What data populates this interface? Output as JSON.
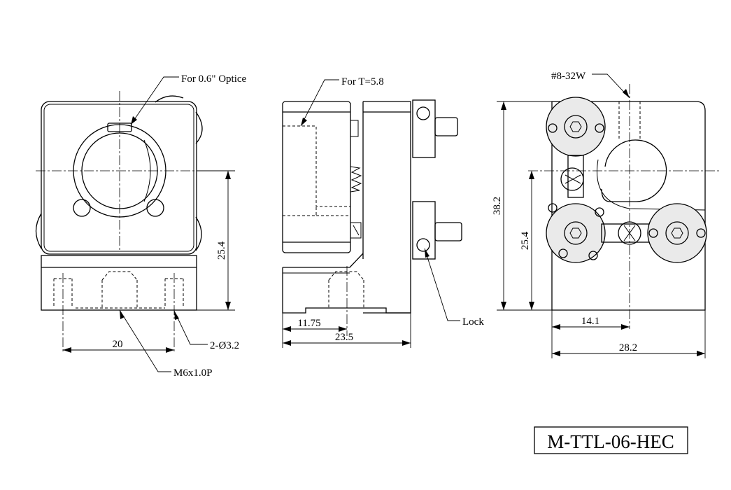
{
  "part_number": "M-TTL-06-HEC",
  "callouts": {
    "optic": "For 0.6\" Optice",
    "thickness": "For T=5.8",
    "screw": "#8-32W",
    "lock": "Lock",
    "mount_thread": "M6x1.0P",
    "holes": "2-Ø3.2"
  },
  "dimensions": {
    "front_height": "25.4",
    "front_width": "20",
    "side_base": "11.75",
    "side_total": "23.5",
    "rear_height_total": "38.2",
    "rear_height_center": "25.4",
    "rear_half_width": "14.1",
    "rear_width": "28.2"
  }
}
